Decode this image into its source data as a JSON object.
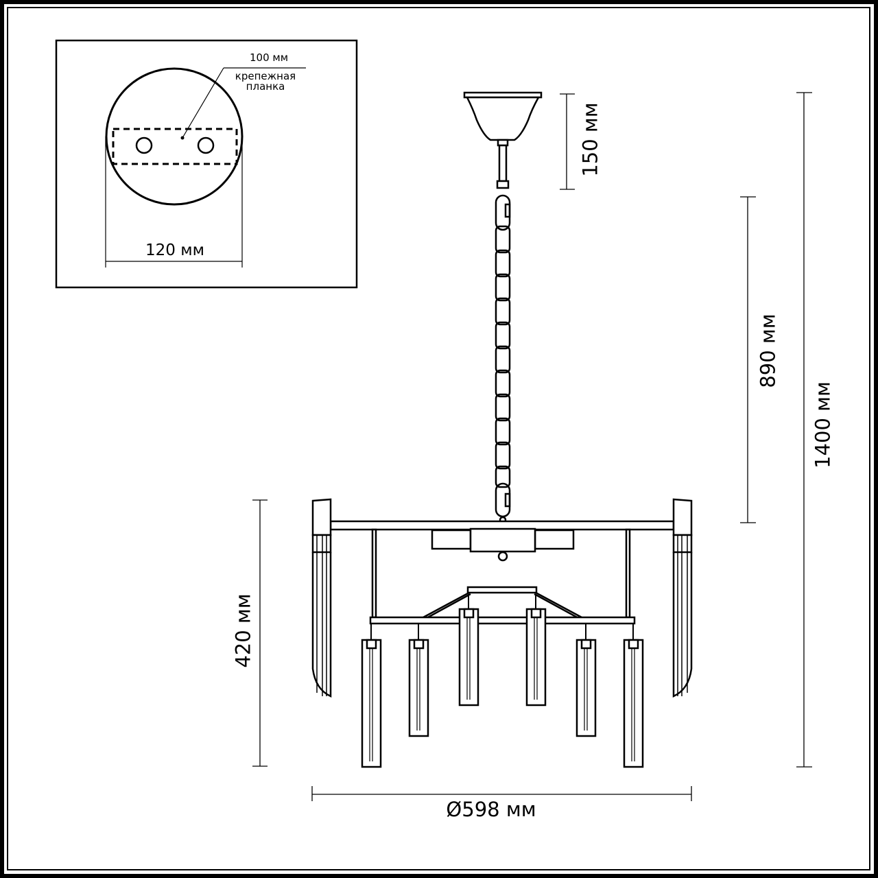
{
  "drawing": {
    "type": "chandelier-dimension-drawing",
    "stroke_color": "#000000",
    "background": "#ffffff"
  },
  "inset": {
    "plate_diameter_label": "120 мм",
    "bracket_length_label": "100 мм",
    "bracket_caption_line1": "крепежная",
    "bracket_caption_line2": "планка"
  },
  "dimensions": {
    "canopy_height": "150 мм",
    "chain_length": "890 мм",
    "total_height": "1400 мм",
    "body_height": "420 мм",
    "diameter": "Ø598 мм"
  },
  "fixture": {
    "chain_links": 13,
    "pendant_crystals": 6,
    "side_crystals": 2
  }
}
